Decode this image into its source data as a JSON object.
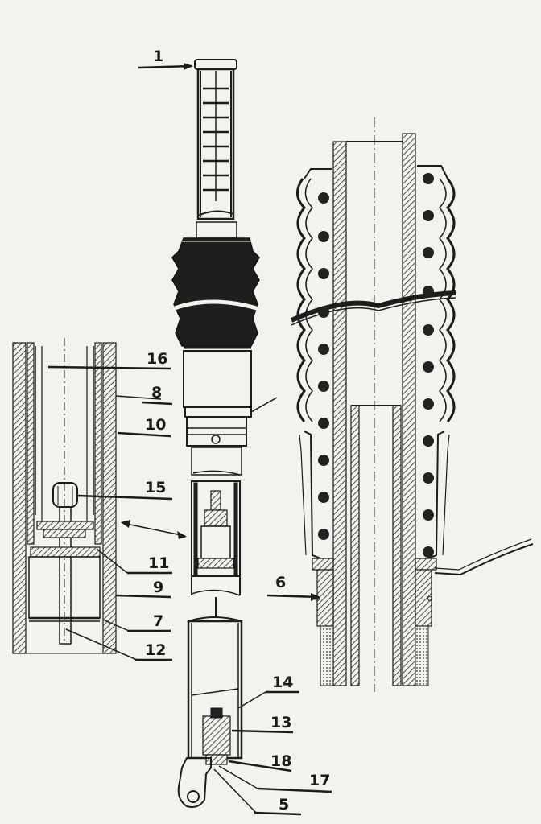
{
  "diagram": {
    "callouts": [
      {
        "id": "c1",
        "text": "1"
      },
      {
        "id": "c16",
        "text": "16"
      },
      {
        "id": "c8",
        "text": "8"
      },
      {
        "id": "c10",
        "text": "10"
      },
      {
        "id": "c15",
        "text": "15"
      },
      {
        "id": "c11",
        "text": "11"
      },
      {
        "id": "c9",
        "text": "9"
      },
      {
        "id": "c7",
        "text": "7"
      },
      {
        "id": "c12",
        "text": "12"
      },
      {
        "id": "c6",
        "text": "6"
      },
      {
        "id": "c14",
        "text": "14"
      },
      {
        "id": "c13",
        "text": "13"
      },
      {
        "id": "c18",
        "text": "18"
      },
      {
        "id": "c17",
        "text": "17"
      },
      {
        "id": "c5",
        "text": "5"
      }
    ]
  },
  "colors": {
    "paper": "#f3f2ee",
    "ink": "#1c1c1c",
    "rubber": "#1e1e1e"
  }
}
